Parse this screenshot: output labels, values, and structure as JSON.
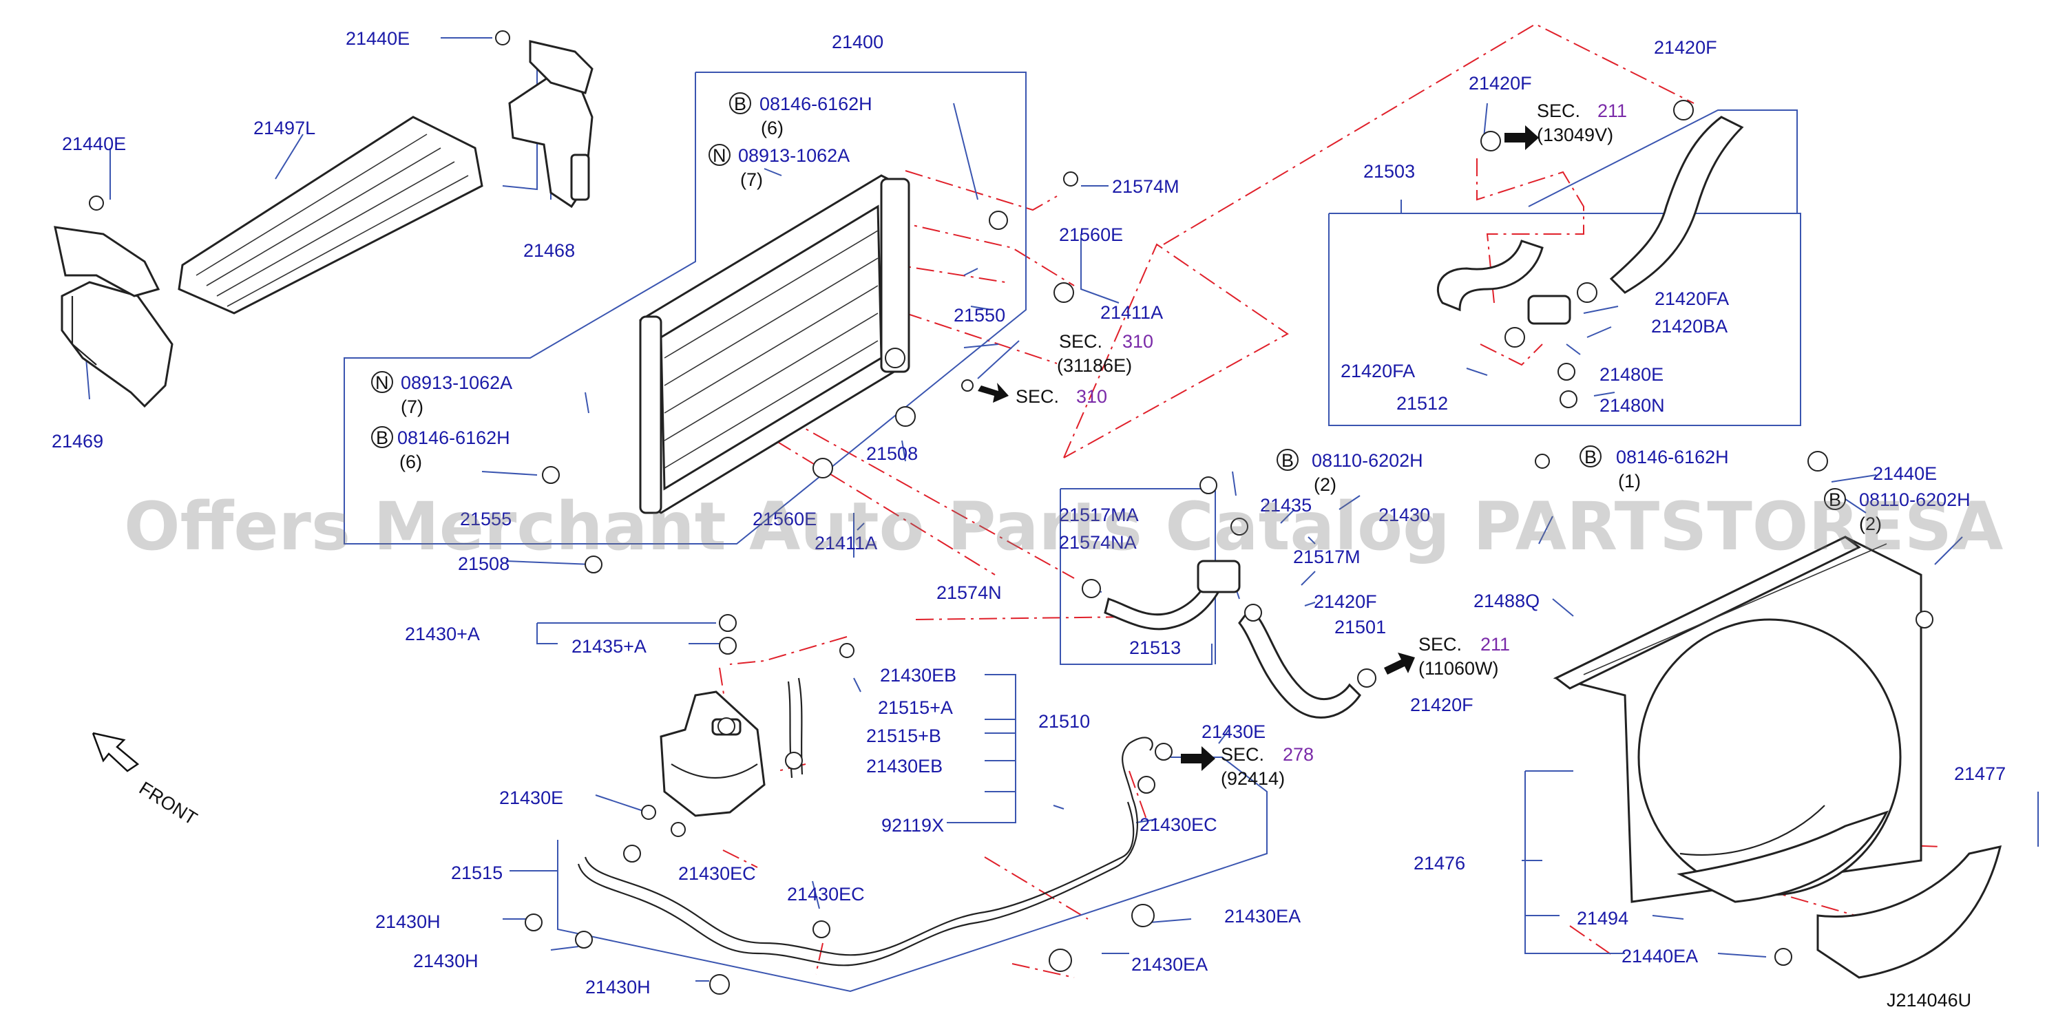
{
  "diagram_id": "J214046U",
  "watermark": "Offers Merchant Auto Parts Catalog PARTSTORESA",
  "front_label": "FRONT",
  "circled": {
    "B": "B",
    "N": "N"
  },
  "part_labels": {
    "p21400": "21400",
    "p21440E_a": "21440E",
    "p21440E_b": "21440E",
    "p21440E_c": "21440E",
    "p21497L": "21497L",
    "p21468": "21468",
    "p21469": "21469",
    "b_08146_a": "08146-6162H",
    "b_08146_a_q": "(6)",
    "n_08913_a": "08913-1062A",
    "n_08913_a_q": "(7)",
    "p21574M_a": "21574M",
    "p21560E_a": "21560E",
    "p21411A_a": "21411A",
    "p21550": "21550",
    "n_08913_b": "08913-1062A",
    "n_08913_b_q": "(7)",
    "b_08146_b": "08146-6162H",
    "b_08146_b_q": "(6)",
    "p21555": "21555",
    "p21560E_b": "21560E",
    "p21411A_b": "21411A",
    "p21508_a": "21508",
    "p21508_b": "21508",
    "p21420F_a": "21420F",
    "p21420F_b": "21420F",
    "p21503": "21503",
    "p21420FA_a": "21420FA",
    "p21420BA": "21420BA",
    "p21420FA_b": "21420FA",
    "p21480E": "21480E",
    "p21512": "21512",
    "p21480N": "21480N",
    "b_08146_c": "08146-6162H",
    "b_08146_c_q": "(1)",
    "b_08110_a": "08110-6202H",
    "b_08110_a_q": "(2)",
    "b_08110_b": "08110-6202H",
    "b_08110_b_q": "(2)",
    "p21517MA": "21517MA",
    "p21574NA": "21574NA",
    "p21435": "21435",
    "p21430": "21430",
    "p21517M": "21517M",
    "p21574N": "21574N",
    "p21420F_c": "21420F",
    "p21501": "21501",
    "p21420F_d": "21420F",
    "p21513": "21513",
    "p21488Q": "21488Q",
    "p21430A": "21430+A",
    "p21435A": "21435+A",
    "p21430EB_a": "21430EB",
    "p21515A": "21515+A",
    "p21515B": "21515+B",
    "p21510": "21510",
    "p21430EB_b": "21430EB",
    "p92119X": "92119X",
    "p21430E_a": "21430E",
    "p21430E_b": "21430E",
    "p21430EC_a": "21430EC",
    "p21430EC_b": "21430EC",
    "p21430EC_c": "21430EC",
    "p21515": "21515",
    "p21430H_a": "21430H",
    "p21430H_b": "21430H",
    "p21430H_c": "21430H",
    "p21430EA_a": "21430EA",
    "p21430EA_b": "21430EA",
    "p21477": "21477",
    "p21476": "21476",
    "p21494": "21494",
    "p21440EA": "21440EA"
  },
  "section_refs": [
    {
      "label": "SEC.",
      "num": "211",
      "sub": "(13049V)"
    },
    {
      "label": "SEC.",
      "num": "310",
      "sub": "(31186E)"
    },
    {
      "label": "SEC.",
      "num": "310",
      "sub": ""
    },
    {
      "label": "SEC.",
      "num": "211",
      "sub": "(11060W)"
    },
    {
      "label": "SEC.",
      "num": "278",
      "sub": "(92414)"
    }
  ],
  "colors": {
    "label": "#1a1aa8",
    "section_num": "#7a2aa8",
    "leader": "#3a55b0",
    "phantom": "#e0202a"
  }
}
